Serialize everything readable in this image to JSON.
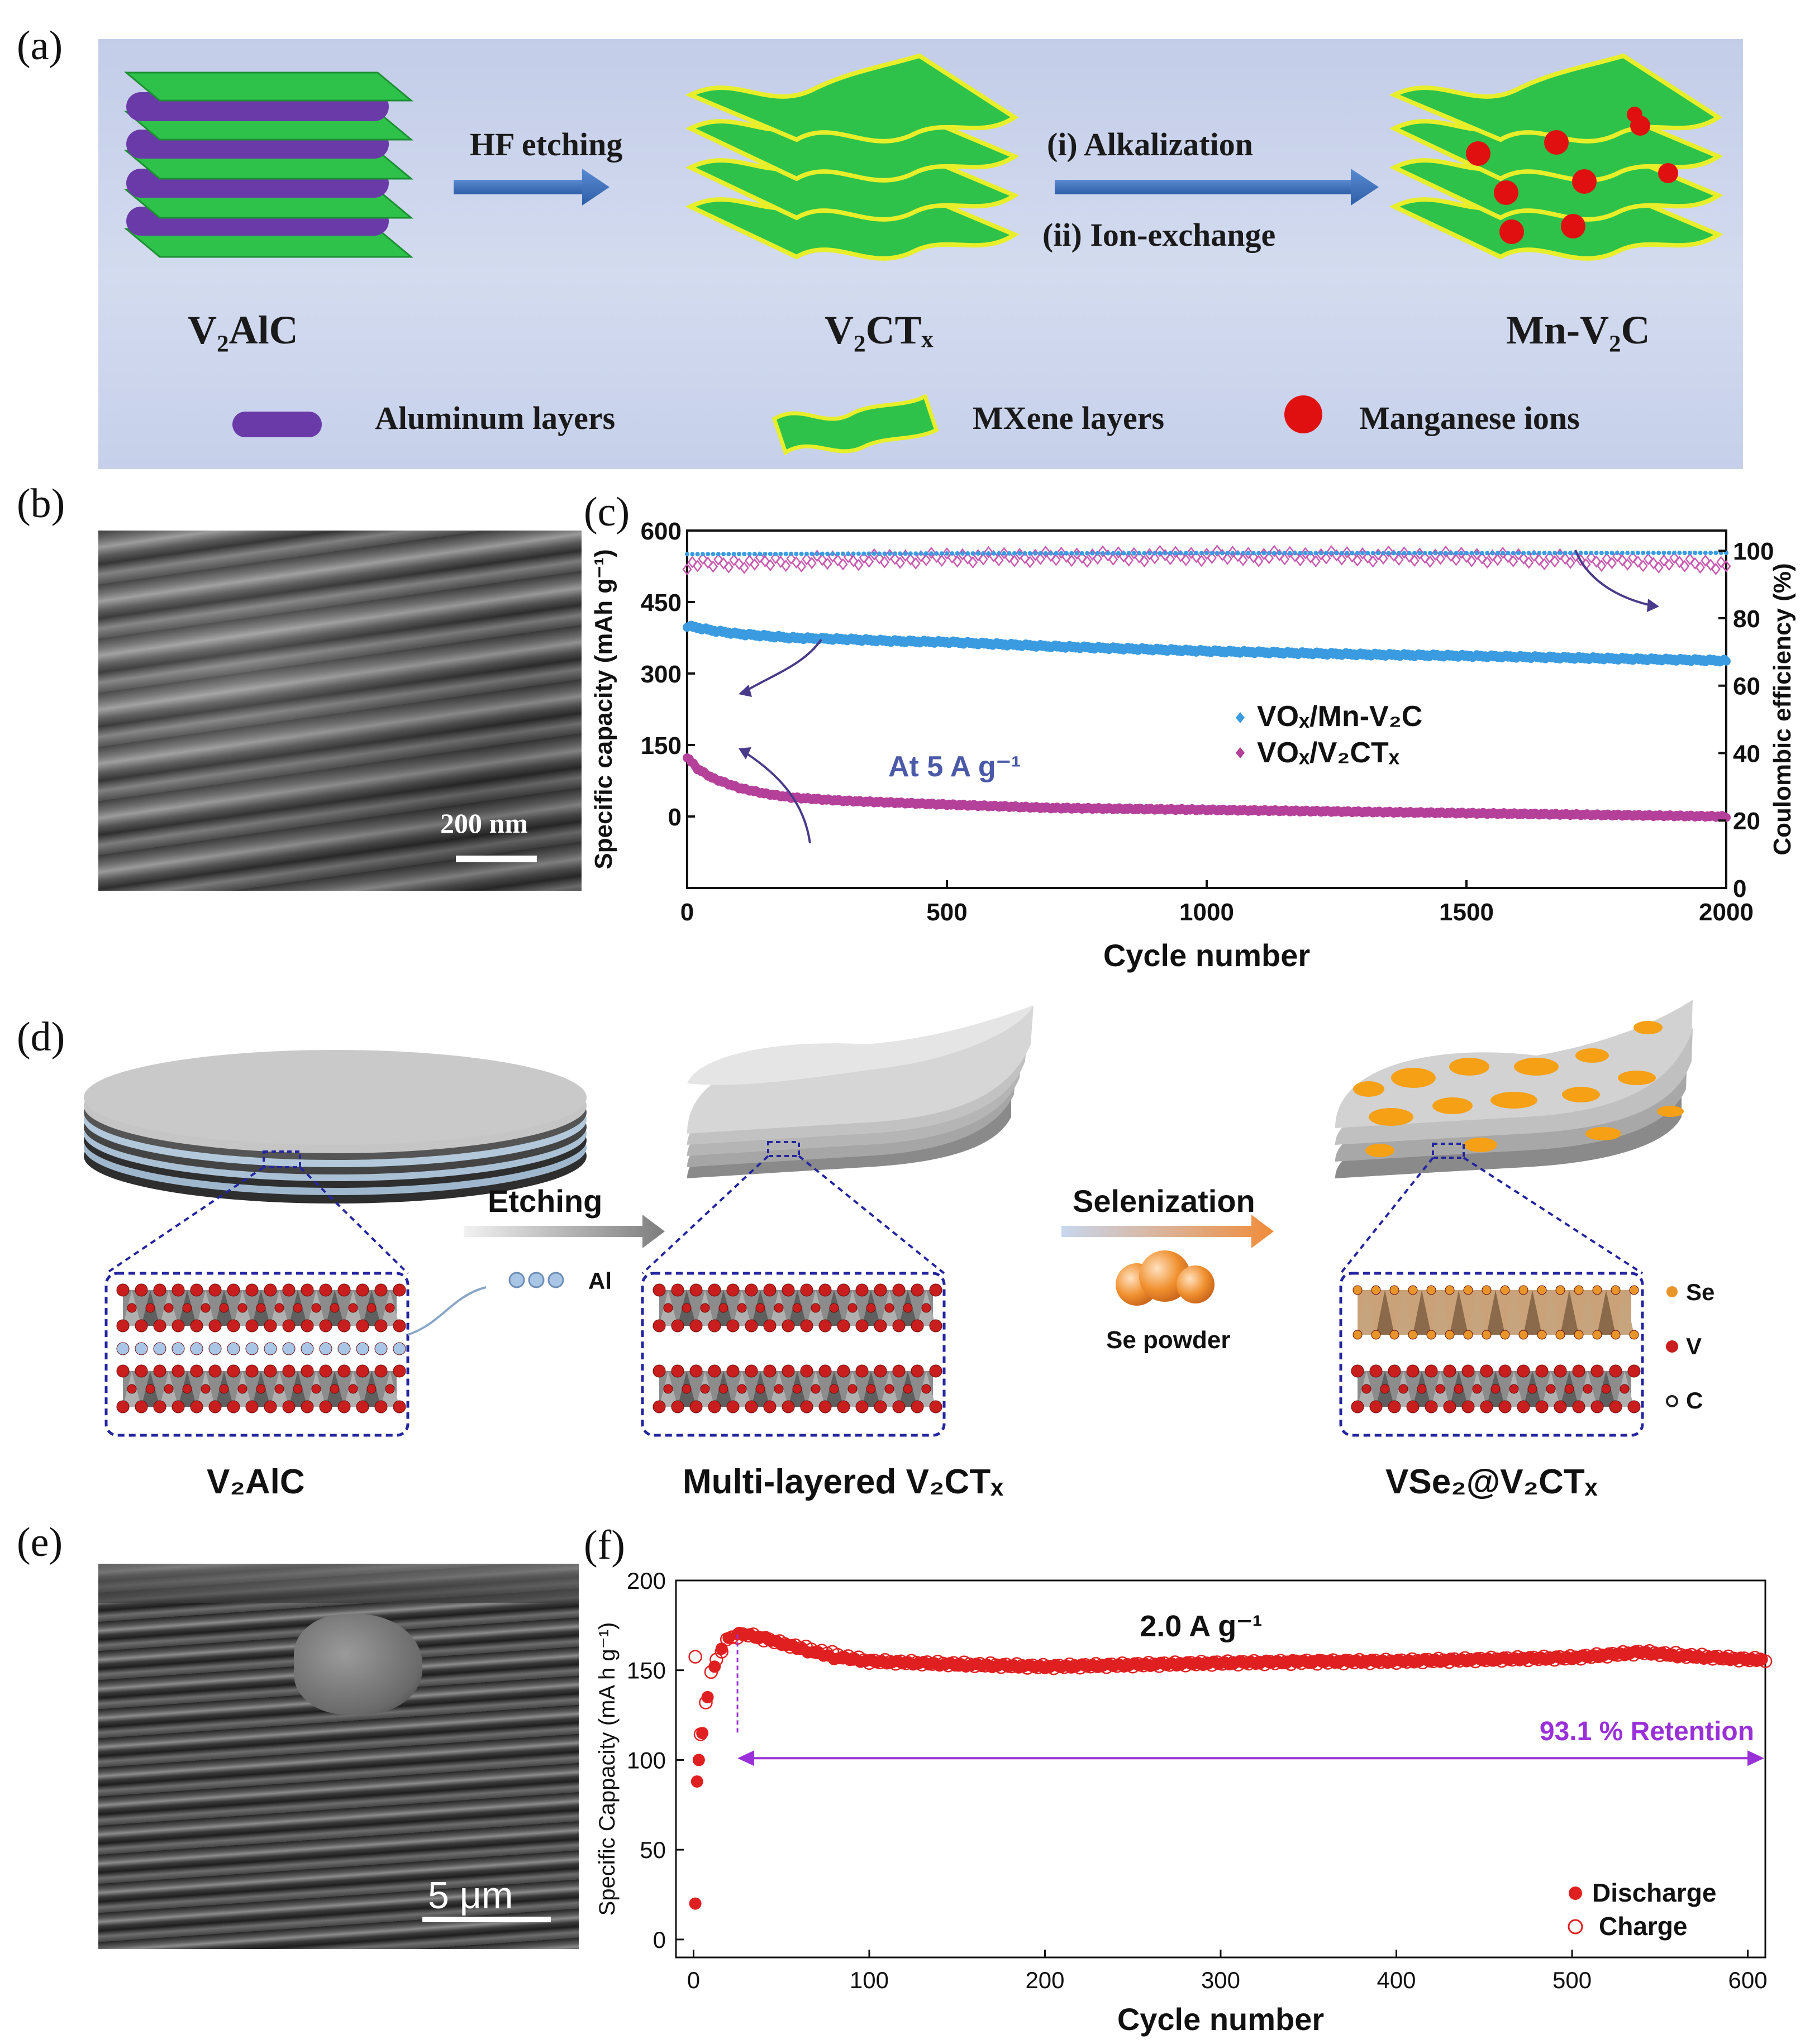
{
  "panels": {
    "a": "(a)",
    "b": "(b)",
    "c": "(c)",
    "d": "(d)",
    "e": "(e)",
    "f": "(f)"
  },
  "panel_a": {
    "v2alc": "V₂AlC",
    "v2ctx": "V₂CTₓ",
    "mnv2c": "Mn-V₂C",
    "arrow1": "HF etching",
    "arrow2_top": "(i) Alkalization",
    "arrow2_bottom": "(ii) Ion-exchange",
    "legend_al": "Aluminum layers",
    "legend_mxene": "MXene layers",
    "legend_mn": "Manganese ions",
    "colors": {
      "bg": "#c9d3ea",
      "green": "#2ec24a",
      "purple": "#6a3aa8",
      "yellow": "#e8ef2a",
      "red": "#e01010"
    }
  },
  "panel_b": {
    "scalebar": "200 nm"
  },
  "panel_e": {
    "scalebar": "5 μm"
  },
  "panel_d": {
    "v2alc": "V₂AlC",
    "multilayer": "Multi-layered V₂CTₓ",
    "vse2": "VSe₂@V₂CTₓ",
    "etching": "Etching",
    "al": "Al",
    "selenization": "Selenization",
    "se_powder": "Se powder",
    "legend_se": "Se",
    "legend_v": "V",
    "legend_c": "C",
    "colors": {
      "se": "#e8952a",
      "v": "#c81e1e",
      "c": "#222222",
      "al": "#a9c6e6",
      "sheet": "#c9c9c9"
    }
  },
  "chart_data": [
    {
      "id": "c",
      "type": "scatter",
      "xlabel": "Cycle number",
      "ylabel": "Specific capacity (mAh g⁻¹)",
      "y2label": "Coulombic efficiency (%)",
      "xlim": [
        0,
        2000
      ],
      "ylim": [
        -150,
        600
      ],
      "y2lim": [
        0,
        106
      ],
      "xticks": [
        0,
        500,
        1000,
        1500,
        2000
      ],
      "yticks": [
        0,
        150,
        300,
        450,
        600
      ],
      "y2ticks": [
        0,
        20,
        40,
        60,
        80,
        100
      ],
      "annotation": "At 5 A g⁻¹",
      "series": [
        {
          "name": "VOₓ/Mn-V₂C",
          "color": "#3a9be0",
          "axis": "left",
          "x": [
            0,
            50,
            100,
            200,
            300,
            400,
            500,
            700,
            1000,
            1300,
            1500,
            1800,
            2000
          ],
          "values": [
            400,
            390,
            383,
            375,
            372,
            368,
            366,
            357,
            347,
            340,
            337,
            331,
            327
          ]
        },
        {
          "name": "VOₓ/V₂CTₓ",
          "color": "#b5409a",
          "axis": "left",
          "x": [
            0,
            20,
            50,
            100,
            150,
            200,
            300,
            500,
            700,
            1000,
            1500,
            2000
          ],
          "values": [
            125,
            100,
            80,
            60,
            48,
            40,
            33,
            25,
            18,
            14,
            7,
            0
          ]
        },
        {
          "name": "VOₓ/Mn-V₂C CE",
          "color": "#3a9be0",
          "axis": "right",
          "x": [
            0,
            500,
            1000,
            1500,
            2000
          ],
          "values": [
            99,
            99.2,
            99.3,
            99.3,
            99.4
          ]
        },
        {
          "name": "VOₓ/V₂CTₓ CE",
          "color": "#c85ab0",
          "axis": "right",
          "x": [
            0,
            500,
            1000,
            1500,
            2000
          ],
          "values": [
            96,
            98,
            98.5,
            98.2,
            96
          ]
        }
      ]
    },
    {
      "id": "f",
      "type": "scatter",
      "title": "2.0 A g⁻¹",
      "xlabel": "Cycle number",
      "ylabel": "Specific Cappacity (mA h g⁻¹)",
      "xlim": [
        -10,
        610
      ],
      "ylim": [
        -10,
        200
      ],
      "xticks": [
        0,
        100,
        200,
        300,
        400,
        500,
        600
      ],
      "yticks": [
        0,
        50,
        100,
        150,
        200
      ],
      "annotation": "93.1 % Retention",
      "series": [
        {
          "name": "Discharge",
          "color": "#e02020",
          "x": [
            1,
            2,
            3,
            5,
            8,
            12,
            16,
            20,
            25,
            30,
            40,
            60,
            80,
            100,
            150,
            200,
            250,
            300,
            350,
            400,
            450,
            500,
            540,
            560,
            600
          ],
          "values": [
            20,
            88,
            100,
            115,
            135,
            152,
            162,
            168,
            170,
            170,
            168,
            162,
            157,
            155,
            153,
            152,
            153,
            154,
            155,
            155,
            156,
            157,
            160,
            158,
            156
          ]
        },
        {
          "name": "Charge",
          "color": "#e02020",
          "x": [
            1,
            2,
            5,
            10,
            20,
            30,
            50,
            100,
            200,
            300,
            400,
            500,
            540,
            600
          ],
          "values": [
            158,
            100,
            120,
            150,
            168,
            170,
            165,
            155,
            152,
            154,
            155,
            157,
            160,
            156
          ]
        }
      ]
    }
  ]
}
